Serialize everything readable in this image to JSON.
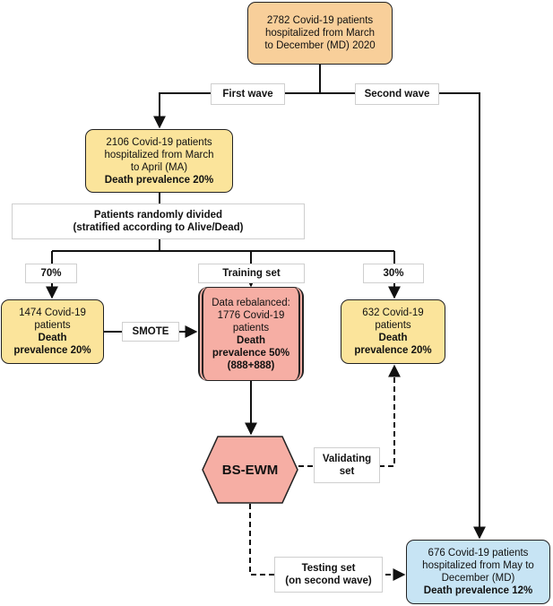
{
  "nodes": {
    "all_patients": {
      "l1": "2782 Covid-19 patients",
      "l2": "hospitalized from March",
      "l3": "to December (MD) 2020"
    },
    "first_wave": {
      "l1": "2106 Covid-19 patients",
      "l2": "hospitalized from March",
      "l3": "to April (MA)",
      "l4": "Death prevalence 20%"
    },
    "train_70": {
      "l1": "1474 Covid-19",
      "l2": "patients",
      "l3": "Death",
      "l4": "prevalence 20%"
    },
    "rebalanced": {
      "l1": "Data rebalanced:",
      "l2": "1776 Covid-19",
      "l3": "patients",
      "l4": "Death",
      "l5": "prevalence 50%",
      "l6": "(888+888)"
    },
    "val_30": {
      "l1": "632 Covid-19",
      "l2": "patients",
      "l3": "Death",
      "l4": "prevalence 20%"
    },
    "model": {
      "label": "BS-EWM"
    },
    "second_wave": {
      "l1": "676 Covid-19 patients",
      "l2": "hospitalized from May to",
      "l3": "December (MD)",
      "l4": "Death prevalence 12%"
    }
  },
  "labels": {
    "first_wave": "First wave",
    "second_wave": "Second wave",
    "split_l1": "Patients randomly divided",
    "split_l2": "(stratified according to Alive/Dead)",
    "pct_70": "70%",
    "training_set": "Training set",
    "pct_30": "30%",
    "smote": "SMOTE",
    "validating_l1": "Validating",
    "validating_l2": "set",
    "testing_l1": "Testing set",
    "testing_l2": "(on second wave)"
  },
  "colors": {
    "orange": "#f8cf9a",
    "yellow": "#fbe49b",
    "pink": "#f6aea4",
    "blue": "#c7e4f4",
    "line": "#111111"
  }
}
